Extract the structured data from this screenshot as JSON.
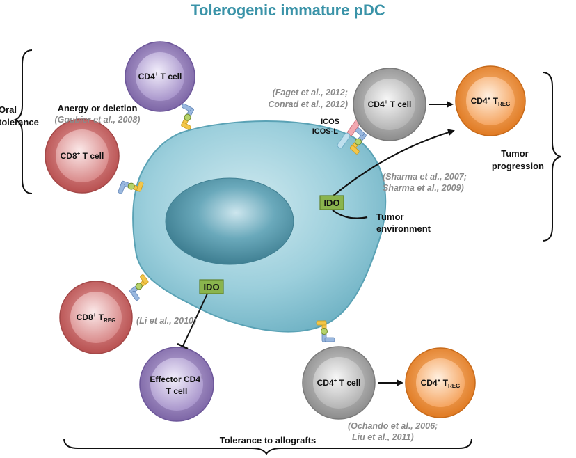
{
  "title": "Tolerogenic immature pDC",
  "labels": {
    "oral_tolerance_1": "Oral",
    "oral_tolerance_2": "tolerance",
    "anergy_or_deletion": "Anergy or deletion",
    "tumor_progression_1": "Tumor",
    "tumor_progression_2": "progression",
    "tumor_environment_1": "Tumor",
    "tumor_environment_2": "environment",
    "tolerance_to_allografts": "Tolerance to allografts",
    "icos": "ICOS",
    "icos_l": "ICOS-L"
  },
  "citations": {
    "goubier": "(Goubier et al., 2008)",
    "faget": "(Faget et al., 2012;",
    "conrad": "Conrad et al., 2012)",
    "sharma2007": "(Sharma et al., 2007;",
    "sharma2009": "Sharma et al., 2009)",
    "li": "(Li et al., 2010)",
    "ochando": "(Ochando et al., 2006;",
    "liu": "Liu et al., 2011)"
  },
  "ido": {
    "label": "IDO"
  },
  "cells": {
    "cd4_top": {
      "base": "CD4",
      "sup": "+",
      "rest": " T cell"
    },
    "cd8_left": {
      "base": "CD8",
      "sup": "+",
      "rest": " T cell"
    },
    "cd4_right": {
      "base": "CD4",
      "sup": "+",
      "rest": " T cell"
    },
    "treg_right": {
      "base": "CD4",
      "sup": "+",
      "rest": " T",
      "sub": "REG"
    },
    "cd8_treg": {
      "base": "CD8",
      "sup": "+",
      "rest": " T",
      "sub": "REG"
    },
    "effector_line1": {
      "base": "Effector CD4",
      "sup": "+"
    },
    "effector_line2": "T cell",
    "cd4_bottom": {
      "base": "CD4",
      "sup": "+",
      "rest": " T cell"
    },
    "treg_bottom": {
      "base": "CD4",
      "sup": "+",
      "rest": " T",
      "sub": "REG"
    }
  },
  "colors": {
    "title": "#3a93a8",
    "pdc_body": "#9ccfdc",
    "pdc_nucleus": "#4f98ac",
    "purple_cell": "#9a84bd",
    "red_cell": "#cf7272",
    "gray_cell": "#a8a8a8",
    "orange_cell": "#f39a4a",
    "ido_box": "#8ab44d",
    "citation": "#8a8a8a"
  }
}
